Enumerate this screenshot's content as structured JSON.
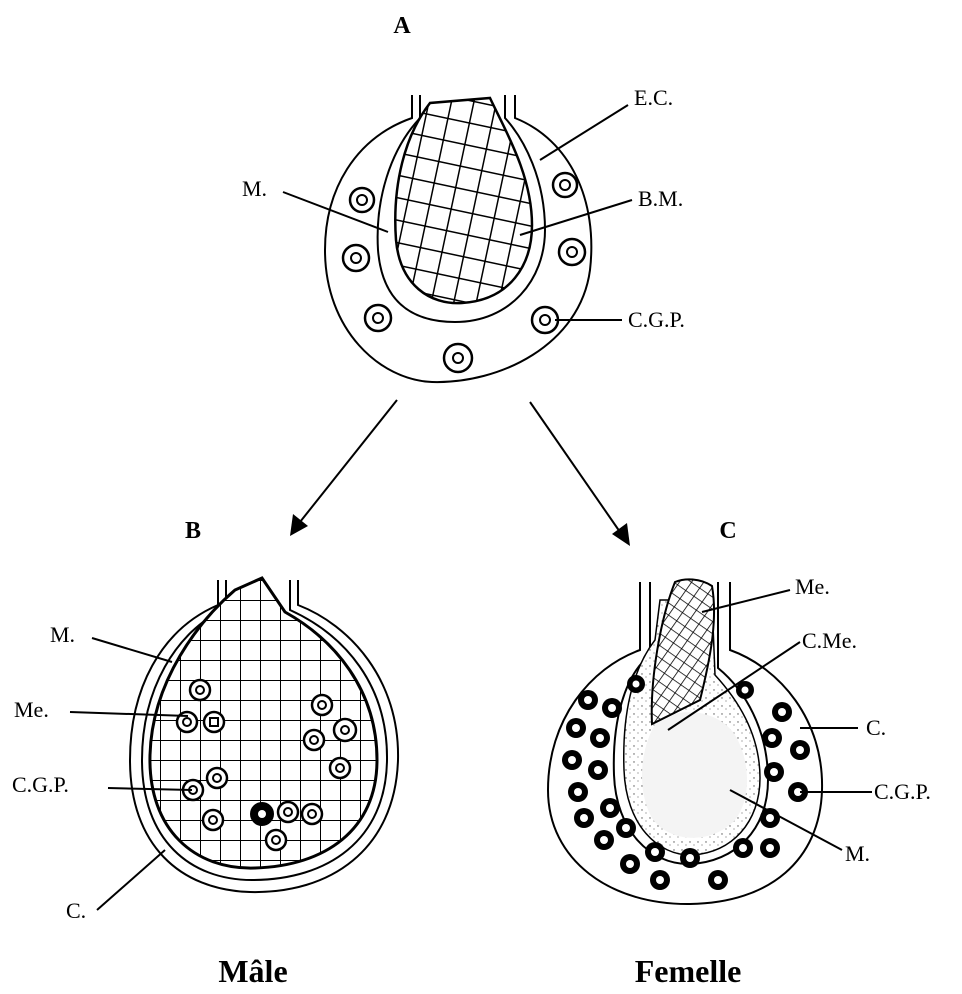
{
  "panels": {
    "a": {
      "letter": "A",
      "labels": {
        "ec": "E.C.",
        "m": "M.",
        "bm": "B.M.",
        "cgp": "C.G.P."
      }
    },
    "b": {
      "letter": "B",
      "labels": {
        "m": "M.",
        "me": "Me.",
        "cgp": "C.G.P.",
        "c": "C."
      },
      "caption": "Mâle"
    },
    "c": {
      "letter": "C",
      "labels": {
        "me": "Me.",
        "cme": "C.Me.",
        "c": "C.",
        "cgp": "C.G.P.",
        "m": "M."
      },
      "caption": "Femelle"
    }
  },
  "colors": {
    "ink": "#000000",
    "paper": "#ffffff",
    "stipple": "#e8e8e8"
  }
}
